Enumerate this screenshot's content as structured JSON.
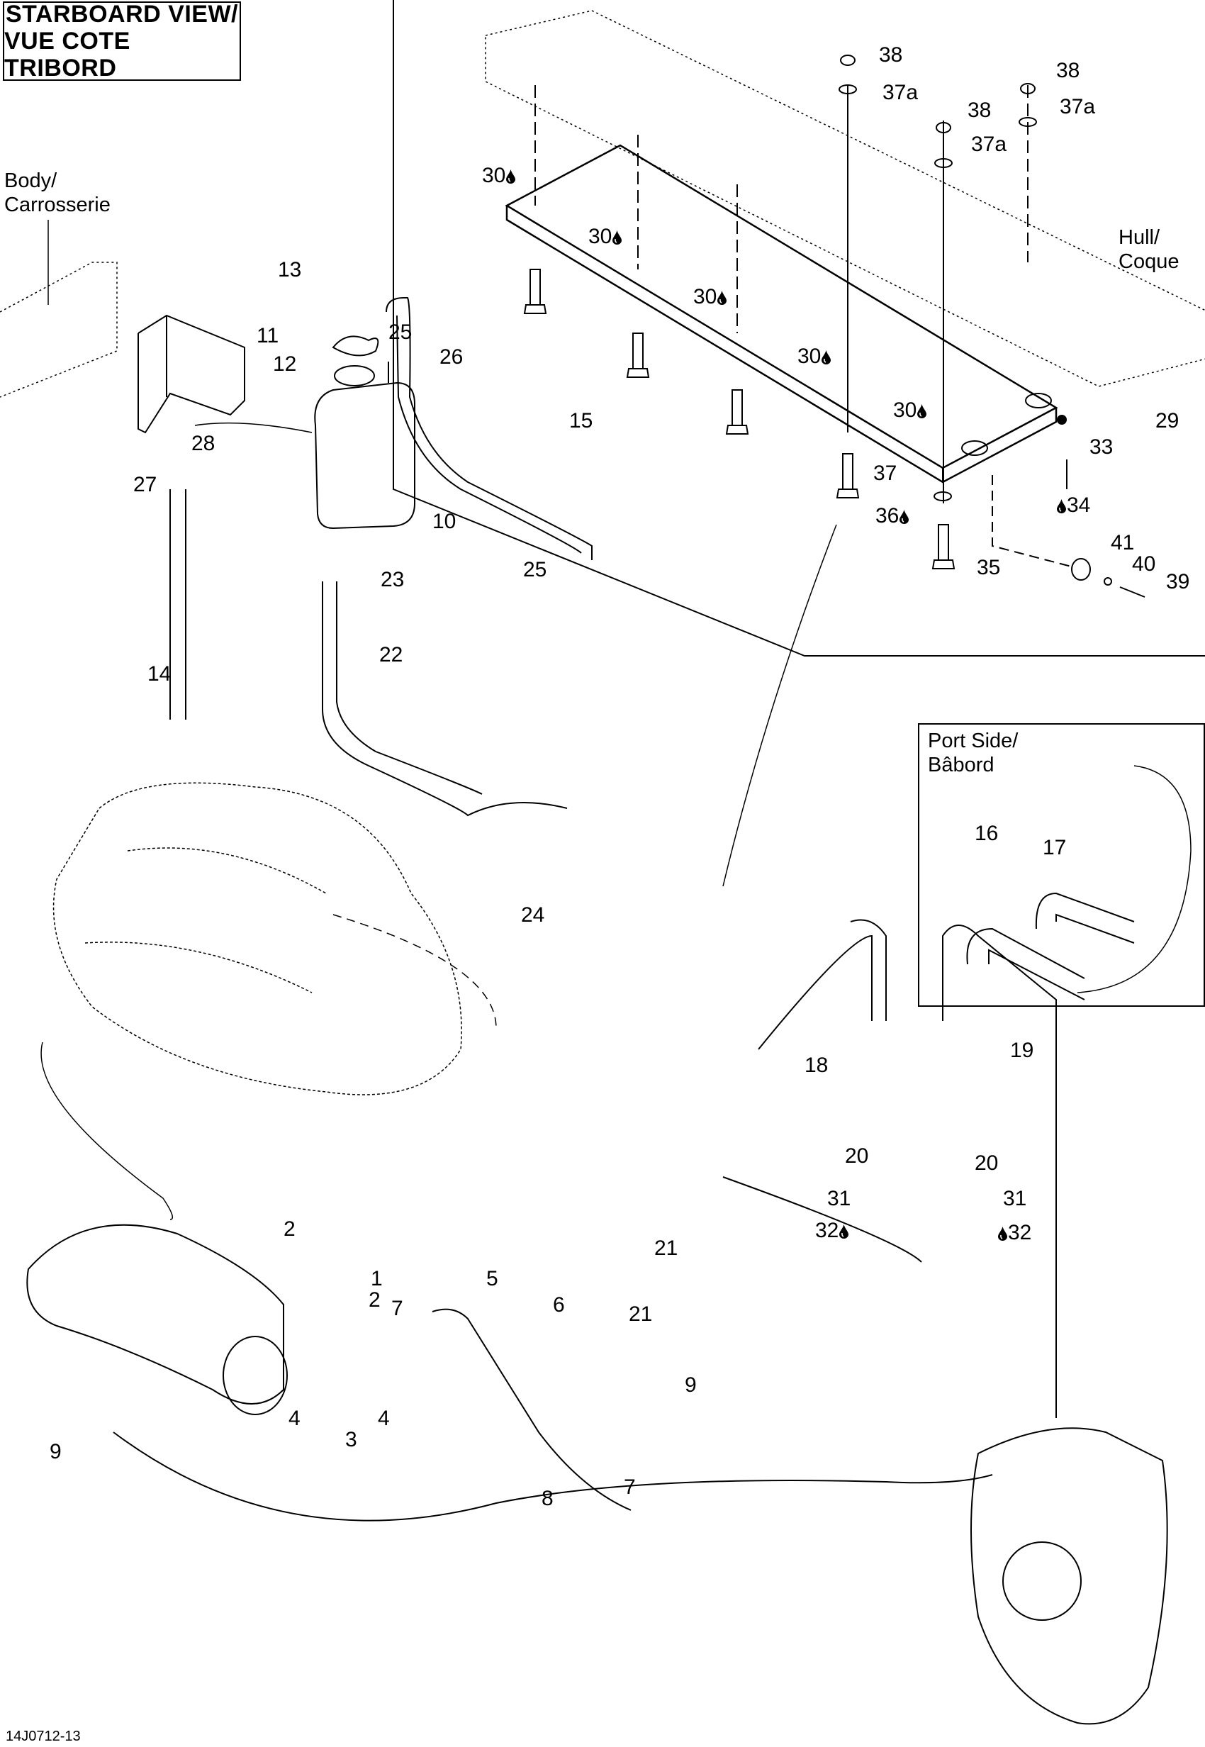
{
  "diagram": {
    "title_lines": [
      "STARBOARD VIEW/",
      "VUE COTE TRIBORD"
    ],
    "document_id": "14J0712-13",
    "zones": {
      "body": [
        "Body/",
        "Carrosserie"
      ],
      "hull": [
        "Hull/",
        "Coque"
      ],
      "port_side": [
        "Port Side/",
        "Bâbord"
      ]
    },
    "legend_symbols": {
      "drop_icon": "lubricant / thread-locker application symbol"
    },
    "callouts": [
      {
        "id": "c1",
        "label": "1"
      },
      {
        "id": "c2a",
        "label": "2"
      },
      {
        "id": "c2b",
        "label": "2"
      },
      {
        "id": "c3",
        "label": "3"
      },
      {
        "id": "c4a",
        "label": "4"
      },
      {
        "id": "c4b",
        "label": "4"
      },
      {
        "id": "c5",
        "label": "5"
      },
      {
        "id": "c6",
        "label": "6"
      },
      {
        "id": "c7a",
        "label": "7"
      },
      {
        "id": "c7b",
        "label": "7"
      },
      {
        "id": "c8",
        "label": "8"
      },
      {
        "id": "c9a",
        "label": "9"
      },
      {
        "id": "c9b",
        "label": "9"
      },
      {
        "id": "c10",
        "label": "10"
      },
      {
        "id": "c11",
        "label": "11"
      },
      {
        "id": "c12",
        "label": "12"
      },
      {
        "id": "c13",
        "label": "13"
      },
      {
        "id": "c14",
        "label": "14"
      },
      {
        "id": "c15",
        "label": "15"
      },
      {
        "id": "c16",
        "label": "16"
      },
      {
        "id": "c17",
        "label": "17"
      },
      {
        "id": "c18",
        "label": "18"
      },
      {
        "id": "c19",
        "label": "19"
      },
      {
        "id": "c20a",
        "label": "20"
      },
      {
        "id": "c20b",
        "label": "20"
      },
      {
        "id": "c21a",
        "label": "21"
      },
      {
        "id": "c21b",
        "label": "21"
      },
      {
        "id": "c22",
        "label": "22"
      },
      {
        "id": "c23",
        "label": "23"
      },
      {
        "id": "c24",
        "label": "24"
      },
      {
        "id": "c25a",
        "label": "25"
      },
      {
        "id": "c25b",
        "label": "25"
      },
      {
        "id": "c26",
        "label": "26"
      },
      {
        "id": "c27",
        "label": "27"
      },
      {
        "id": "c28",
        "label": "28"
      },
      {
        "id": "c29",
        "label": "29"
      },
      {
        "id": "c30a",
        "label": "30",
        "drop": "after"
      },
      {
        "id": "c30b",
        "label": "30",
        "drop": "after"
      },
      {
        "id": "c30c",
        "label": "30",
        "drop": "after"
      },
      {
        "id": "c30d",
        "label": "30",
        "drop": "after"
      },
      {
        "id": "c30e",
        "label": "30",
        "drop": "after"
      },
      {
        "id": "c31a",
        "label": "31"
      },
      {
        "id": "c31b",
        "label": "31"
      },
      {
        "id": "c32a",
        "label": "32",
        "drop": "after"
      },
      {
        "id": "c32b",
        "label": "32",
        "drop": "before"
      },
      {
        "id": "c33",
        "label": "33"
      },
      {
        "id": "c34",
        "label": "34",
        "drop": "before"
      },
      {
        "id": "c35",
        "label": "35"
      },
      {
        "id": "c36",
        "label": "36",
        "drop": "after"
      },
      {
        "id": "c37",
        "label": "37"
      },
      {
        "id": "c37a1",
        "label": "37a"
      },
      {
        "id": "c37a2",
        "label": "37a"
      },
      {
        "id": "c37a3",
        "label": "37a"
      },
      {
        "id": "c38a",
        "label": "38"
      },
      {
        "id": "c38b",
        "label": "38"
      },
      {
        "id": "c38c",
        "label": "38"
      },
      {
        "id": "c39",
        "label": "39"
      },
      {
        "id": "c40",
        "label": "40"
      },
      {
        "id": "c41",
        "label": "41"
      }
    ]
  }
}
